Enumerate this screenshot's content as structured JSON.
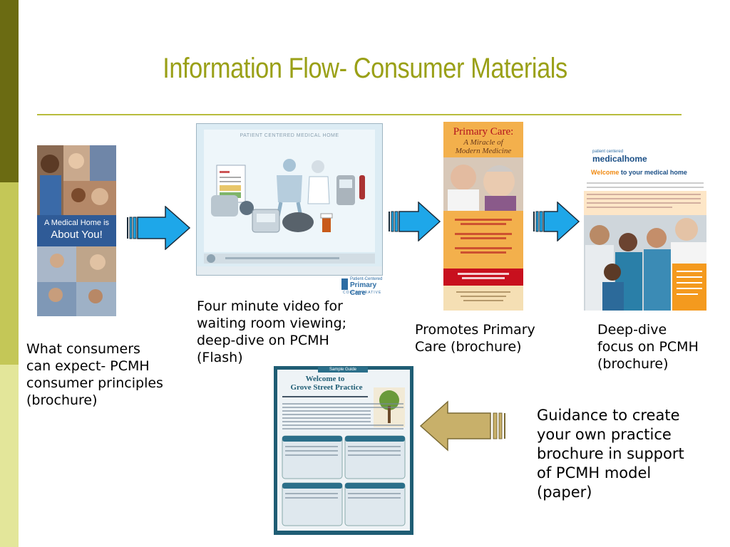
{
  "slide": {
    "title": "Information Flow- Consumer Materials"
  },
  "brochure1": {
    "cover_text_line1": "A Medical Home is",
    "cover_text_line2": "About You!",
    "caption": "What consumers\ncan expect- PCMH\nconsumer principles\n(brochure)"
  },
  "video": {
    "header": "PATIENT CENTERED MEDICAL HOME",
    "logo_line1": "Patient-Centered",
    "logo_line2": "Primary Care",
    "logo_line3": "COLLABORATIVE",
    "caption": "Four minute video for\nwaiting room viewing;\ndeep-dive on PCMH\n(Flash)"
  },
  "brochure2": {
    "title_line1": "Primary Care:",
    "title_line2": "A Miracle of",
    "title_line3": "Modern Medicine",
    "caption": "Promotes Primary\nCare (brochure)"
  },
  "brochure3": {
    "logo_small": "patient centered",
    "logo_big": "medicalhome",
    "welcome_a": "Welcome",
    "welcome_b": " to your medical home",
    "caption": "Deep-dive\nfocus on PCMH\n(brochure)"
  },
  "guide": {
    "tab": "Sample Guide",
    "title_line1": "Welcome to",
    "title_line2": "Grove Street Practice",
    "caption": "Guidance to create\nyour own practice\nbrochure in support\nof PCMH model\n(paper)"
  },
  "colors": {
    "title": "#9aa017",
    "arrow_blue": "#1ea7e9",
    "arrow_gold": "#c8b06a",
    "guide_border": "#1f5d74"
  }
}
